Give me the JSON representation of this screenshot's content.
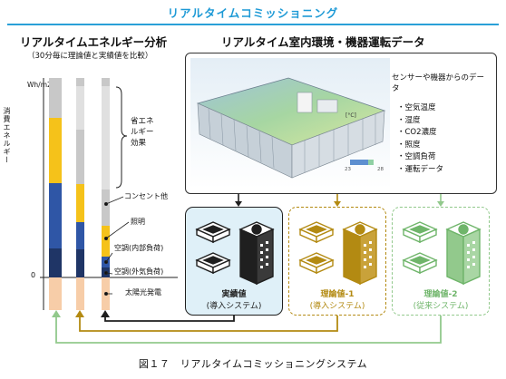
{
  "header": {
    "title": "リアルタイムコミッショニング"
  },
  "left": {
    "title": "リアルタイムエネルギー分析",
    "subtitle": "（30分毎に理論値と実績値を比較）",
    "ylabel": "消費エネルギー",
    "unit": "Wh/m2",
    "zero": "0",
    "savings_label": "省エネ\nルギー\n効果",
    "categories": {
      "outlet": "コンセント他",
      "lighting": "照明",
      "hvac_internal": "空調(内部負荷)",
      "hvac_external": "空調(外気負荷)",
      "solar": "太陽光発電"
    }
  },
  "right": {
    "title": "リアルタイム室内環境・機器運転データ",
    "info_title": "センサーや機器からのデータ",
    "info_items": [
      "・空気温度",
      "・湿度",
      "・CO2濃度",
      "・照度",
      "・空調負荷",
      "・運転データ"
    ],
    "scale_labels": [
      "23",
      "28"
    ],
    "scale_unit": "[°C]"
  },
  "systems": [
    {
      "name": "実績値",
      "sub": "(導入システム)",
      "color": "#1f1f1f"
    },
    {
      "name": "理論値-1",
      "sub": "(導入システム)",
      "color": "#b38a12"
    },
    {
      "name": "理論値-2",
      "sub": "(従来システム)",
      "color": "#6fb56a"
    }
  ],
  "caption": "図１７　リアルタイムコミッショニングシステム",
  "colors": {
    "accent": "#1e9ad6",
    "gray": "#c8c8c8",
    "yellow": "#f5c21a",
    "blue": "#2f56a6",
    "navy": "#1f3566",
    "peach": "#f7cda8",
    "gold": "#b38a12",
    "green": "#92c98c"
  }
}
